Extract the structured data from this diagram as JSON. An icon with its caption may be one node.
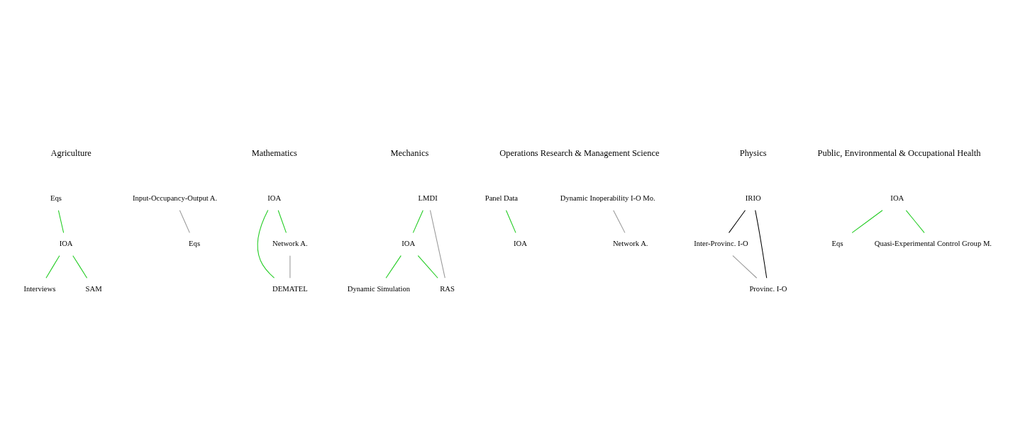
{
  "diagram": {
    "nodes": [
      {
        "text": [
          "Interviews"
        ]
      },
      {
        "text": [
          "Eqs"
        ]
      },
      {
        "text": [
          "IOA"
        ]
      },
      {
        "text": [
          "SAM"
        ]
      },
      {
        "text": [
          "Input-Occupancy-Output A."
        ]
      },
      {
        "text": [
          "Eqs"
        ]
      },
      {
        "text": [
          "IOA"
        ]
      },
      {
        "text": [
          "DEMATEL"
        ]
      },
      {
        "text": [
          "Network A."
        ]
      },
      {
        "text": [
          "Dynamic Simulation"
        ]
      },
      {
        "text": [
          "IOA"
        ]
      },
      {
        "text": [
          "LMDI"
        ]
      },
      {
        "text": [
          "RAS"
        ]
      },
      {
        "text": [
          "Panel Data"
        ]
      },
      {
        "text": [
          "IOA"
        ]
      },
      {
        "text": [
          "Dynamic Inoperability I-O Mo."
        ]
      },
      {
        "text": [
          "Network A."
        ]
      },
      {
        "text": [
          "Inter-Provinc. I-O"
        ]
      },
      {
        "text": [
          "IRIO"
        ]
      },
      {
        "text": [
          "Provinc. I-O"
        ]
      },
      {
        "text": [
          "IOA"
        ]
      },
      {
        "text": [
          "Eqs"
        ]
      },
      {
        "text": [
          "Quasi-Experimental Control Group M."
        ]
      }
    ],
    "edges": [
      {
        "from": 2,
        "to": 0,
        "arrow": "none"
      },
      {
        "from": 1,
        "to": 2,
        "arrow": "none"
      },
      {
        "from": 2,
        "to": 3,
        "arrow": "none"
      },
      {
        "from": 4,
        "to": 5,
        "arrow": "none",
        "color": "#999999"
      },
      {
        "from": 6,
        "to": 7,
        "arrow": "none"
      },
      {
        "from": 6,
        "to": 8,
        "arrow": "none"
      },
      {
        "from": 8,
        "to": 7,
        "arrow": "none",
        "color": "#999999"
      },
      {
        "from": 10,
        "to": 9,
        "arrow": "none"
      },
      {
        "from": 11,
        "to": 10,
        "arrow": "none"
      },
      {
        "from": 10,
        "to": 12,
        "arrow": "none"
      },
      {
        "from": 11,
        "to": 12,
        "arrow": "none",
        "color": "#999999"
      },
      {
        "from": 13,
        "to": 14,
        "arrow": "none"
      },
      {
        "from": 15,
        "to": 16,
        "arrow": "none",
        "color": "#999999"
      },
      {
        "from": 18,
        "to": 17,
        "arrow": "none",
        "color": "#000000"
      },
      {
        "from": 18,
        "to": 19,
        "arrow": "none",
        "color": "#000000"
      },
      {
        "from": 17,
        "to": 19,
        "arrow": "none",
        "color": "#999999"
      },
      {
        "from": 20,
        "to": 21,
        "arrow": "none"
      },
      {
        "from": 20,
        "to": 22,
        "arrow": "none"
      }
    ],
    "labels": [
      "Agriculture",
      "Mathematics",
      "Mechanics",
      "Operations Research & Management Science",
      "Physics",
      "Public, Environmental & Occupational Health"
    ]
  }
}
